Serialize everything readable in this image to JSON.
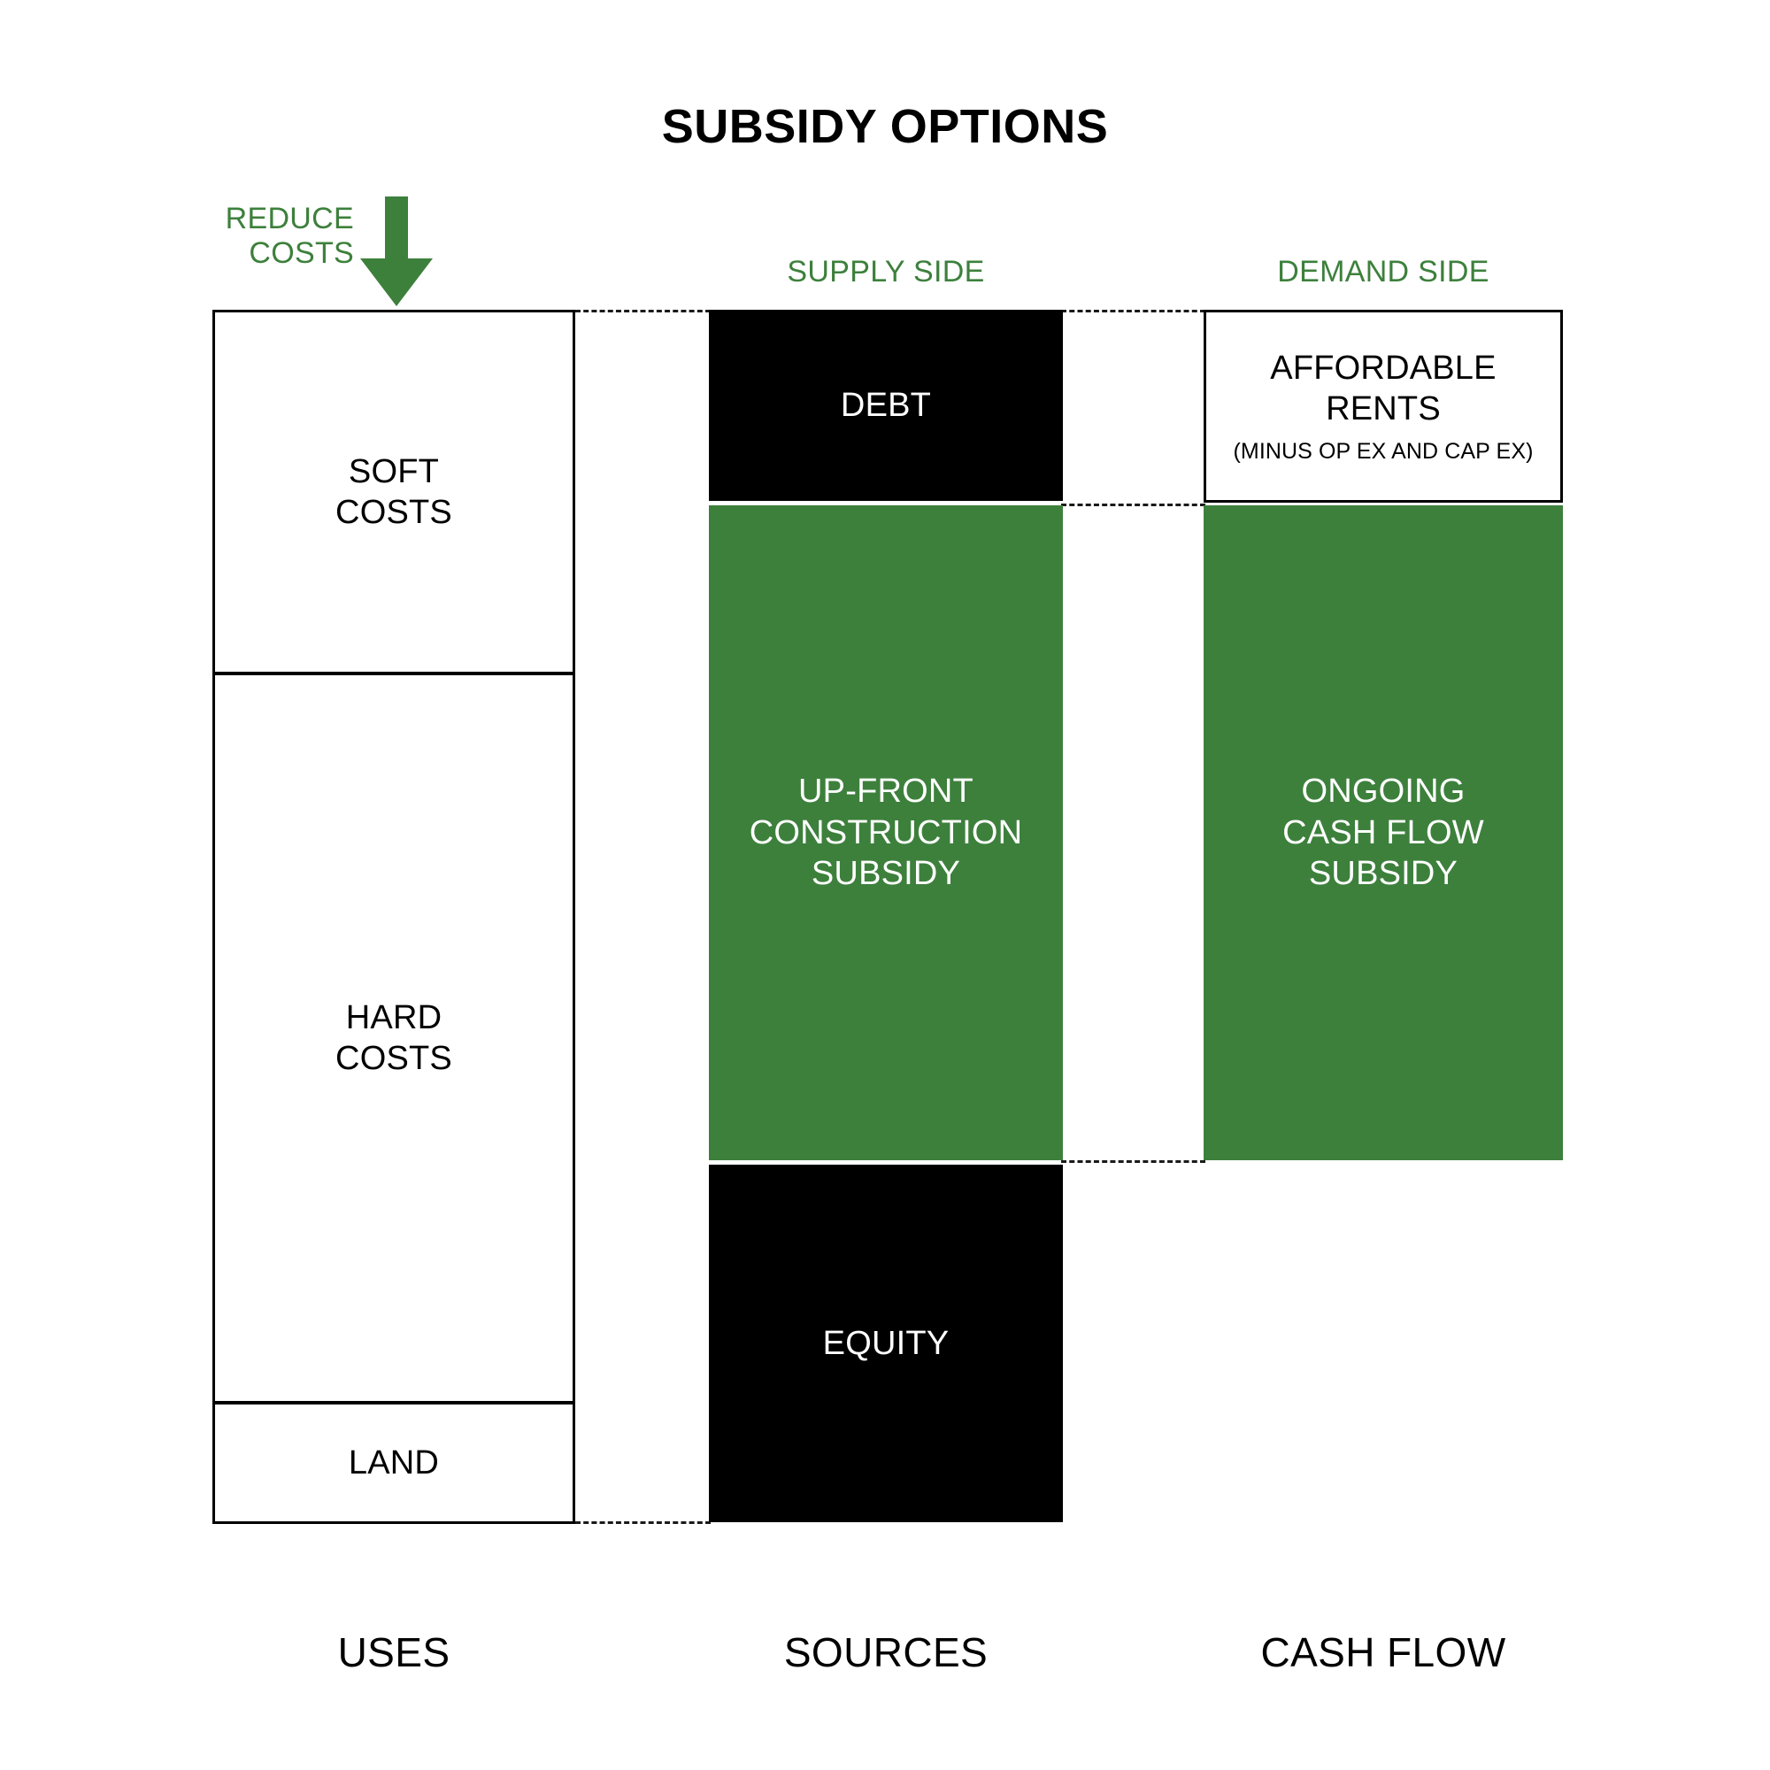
{
  "title": "SUBSIDY OPTIONS",
  "colors": {
    "green": "#3D803C",
    "black": "#000000",
    "white": "#FFFFFF"
  },
  "headers": {
    "reduce_costs": "REDUCE\nCOSTS",
    "supply_side": "SUPPLY SIDE",
    "demand_side": "DEMAND SIDE"
  },
  "icons": {
    "down_arrow": "down-arrow-icon"
  },
  "columns": {
    "uses": {
      "caption": "USES",
      "blocks": [
        {
          "label": "SOFT\nCOSTS",
          "style": "outline"
        },
        {
          "label": "HARD\nCOSTS",
          "style": "outline"
        },
        {
          "label": "LAND",
          "style": "outline"
        }
      ]
    },
    "sources": {
      "caption": "SOURCES",
      "blocks": [
        {
          "label": "DEBT",
          "style": "black"
        },
        {
          "label": "UP-FRONT\nCONSTRUCTION\nSUBSIDY",
          "style": "green"
        },
        {
          "label": "EQUITY",
          "style": "black"
        }
      ]
    },
    "cash_flow": {
      "caption": "CASH FLOW",
      "blocks": [
        {
          "label": "AFFORDABLE\nRENTS",
          "sub": "(MINUS OP EX AND CAP EX)",
          "style": "outline"
        },
        {
          "label": "ONGOING\nCASH FLOW\nSUBSIDY",
          "style": "green"
        }
      ]
    }
  },
  "chart_data": {
    "type": "bar",
    "title": "SUBSIDY OPTIONS",
    "categories": [
      "USES",
      "SOURCES",
      "CASH FLOW"
    ],
    "series": [
      {
        "name": "USES",
        "segments": [
          {
            "label": "SOFT COSTS",
            "value": 412,
            "fill": "#FFFFFF",
            "stroke": "#000000"
          },
          {
            "label": "HARD COSTS",
            "value": 826,
            "fill": "#FFFFFF",
            "stroke": "#000000"
          },
          {
            "label": "LAND",
            "value": 138,
            "fill": "#FFFFFF",
            "stroke": "#000000"
          }
        ]
      },
      {
        "name": "SOURCES",
        "segments": [
          {
            "label": "DEBT",
            "value": 216,
            "fill": "#000000"
          },
          {
            "label": "UP-FRONT CONSTRUCTION SUBSIDY",
            "value": 740,
            "fill": "#3D803C"
          },
          {
            "label": "EQUITY",
            "value": 404,
            "fill": "#000000"
          }
        ]
      },
      {
        "name": "CASH FLOW",
        "segments": [
          {
            "label": "AFFORDABLE RENTS (MINUS OP EX AND CAP EX)",
            "value": 218,
            "fill": "#FFFFFF",
            "stroke": "#000000"
          },
          {
            "label": "ONGOING CASH FLOW SUBSIDY",
            "value": 740,
            "fill": "#3D803C"
          }
        ]
      }
    ],
    "annotations": [
      "REDUCE COSTS",
      "SUPPLY SIDE",
      "DEMAND SIDE"
    ],
    "grid": false,
    "legend": "none"
  }
}
